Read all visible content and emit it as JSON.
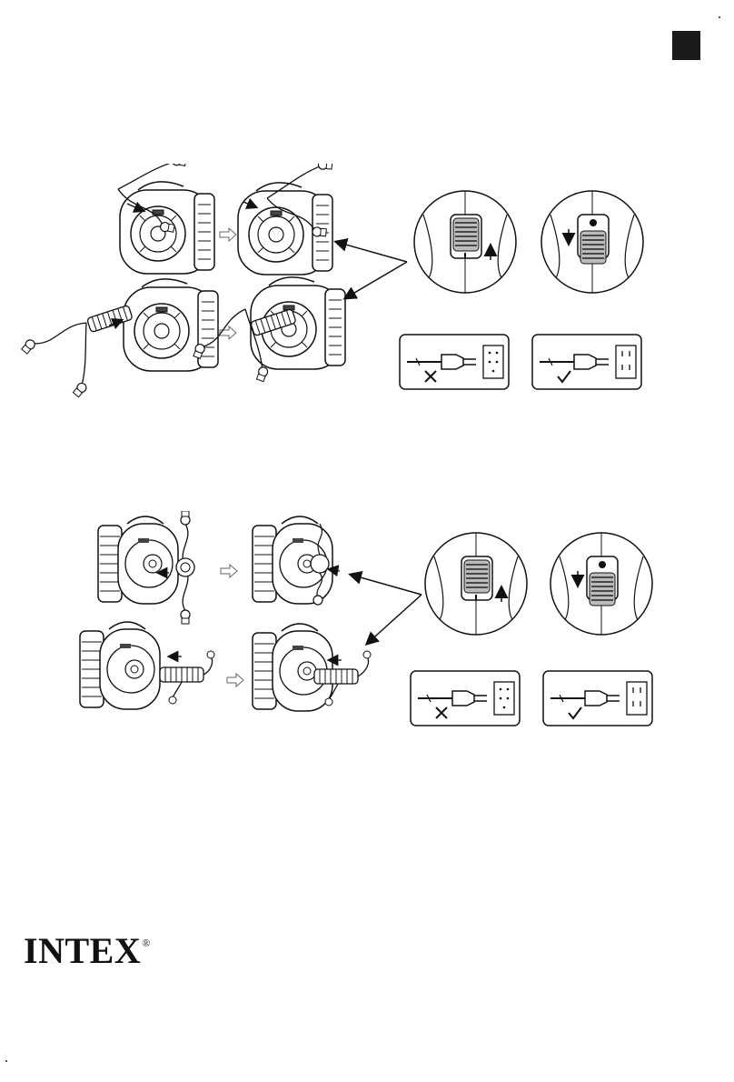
{
  "page": {
    "brand_name": "INTEX",
    "brand_mark": "®",
    "colors": {
      "ink": "#1a1a1a",
      "paper": "#ffffff"
    }
  },
  "sections": [
    {
      "id": "section-1",
      "steps": [
        "attach-valve-nozzle",
        "attach-hose-adapter"
      ],
      "switch_views": [
        "switch-up-off",
        "switch-down-on"
      ],
      "plug_views": [
        {
          "result": "incorrect",
          "icon": "cross-icon",
          "outlet": "unsupported-outlet"
        },
        {
          "result": "correct",
          "icon": "check-icon",
          "outlet": "supported-outlet"
        }
      ]
    },
    {
      "id": "section-2",
      "steps": [
        "attach-valve-nozzle",
        "attach-hose-adapter"
      ],
      "switch_views": [
        "switch-up-off",
        "switch-down-on"
      ],
      "plug_views": [
        {
          "result": "incorrect",
          "icon": "cross-icon",
          "outlet": "unsupported-outlet"
        },
        {
          "result": "correct",
          "icon": "check-icon",
          "outlet": "supported-outlet"
        }
      ]
    }
  ]
}
